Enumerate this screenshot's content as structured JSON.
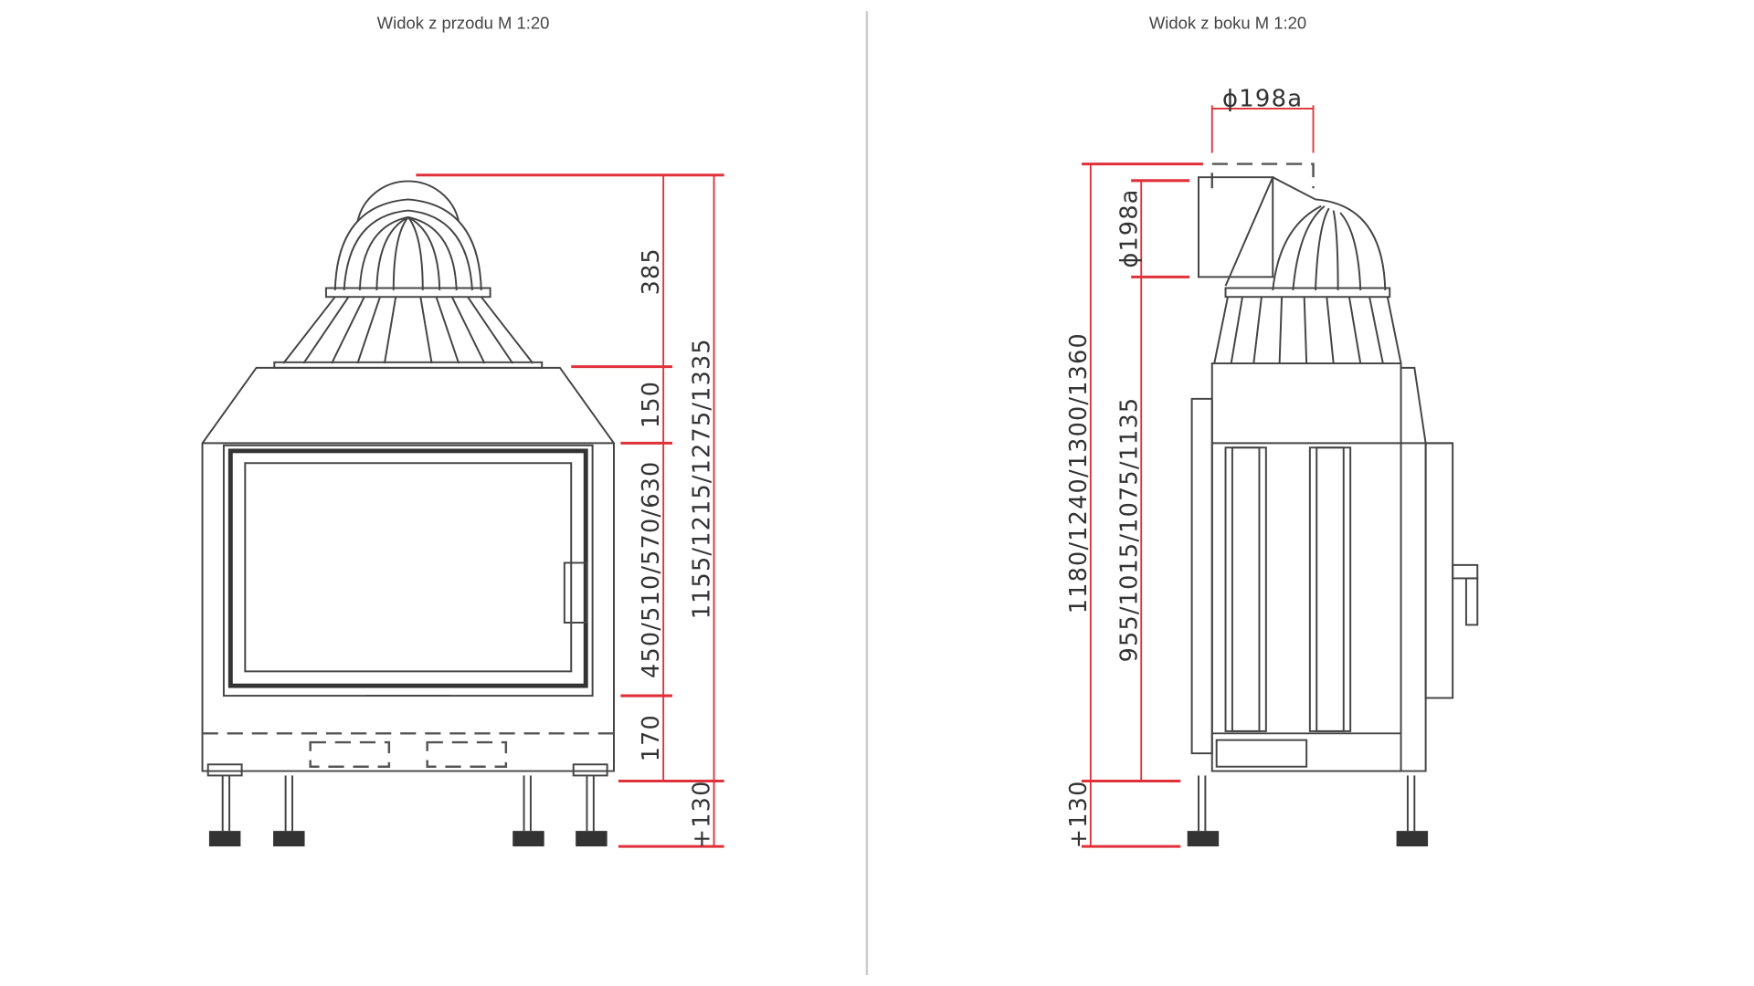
{
  "front_view": {
    "title": "Widok z przodu M 1:20",
    "dims": {
      "top": "385",
      "upper": "150",
      "door": "450/510/570/630",
      "base": "170",
      "legs": "+130",
      "total": "1155/1215/1275/1335"
    }
  },
  "side_view": {
    "title": "Widok z boku M 1:20",
    "dims": {
      "flue_top": "ϕ198a",
      "flue_side": "ϕ198a",
      "total": "1180/1240/1300/1360",
      "outlet": "955/1015/1075/1135",
      "legs": "+130"
    }
  },
  "colors": {
    "dimension": "#e0303a",
    "line": "#444444"
  }
}
